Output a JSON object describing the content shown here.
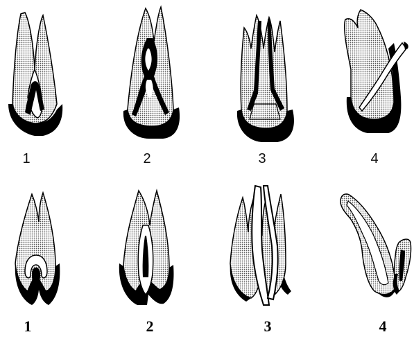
{
  "figure": {
    "top_row_labels": [
      "1",
      "2",
      "3",
      "4"
    ],
    "bottom_row_labels": [
      "1",
      "2",
      "3",
      "4"
    ],
    "colors": {
      "ink": "#000000",
      "paper": "#ffffff",
      "stipple": "#9a9a9a"
    }
  }
}
